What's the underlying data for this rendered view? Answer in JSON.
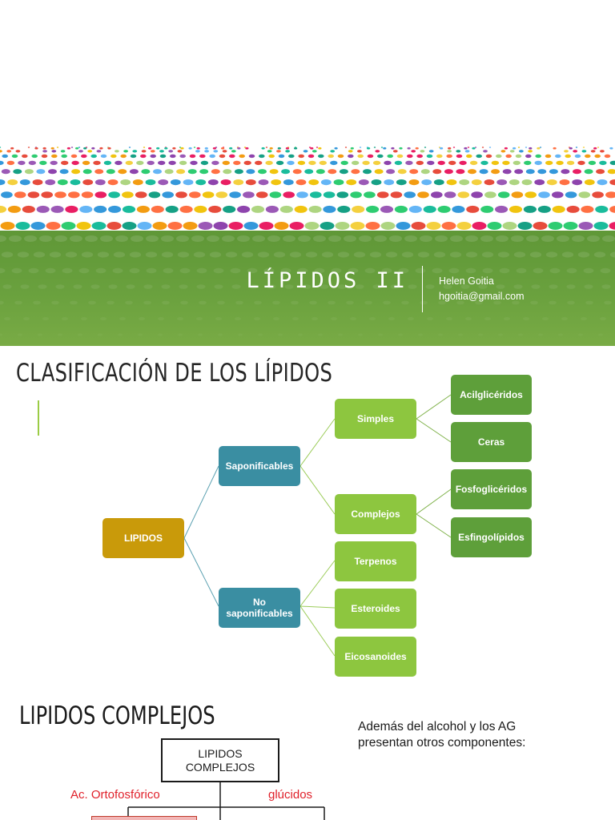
{
  "slide1": {
    "title": "LÍPIDOS II",
    "author_name": "Helen Goitia",
    "author_email": "hgoitia@gmail.com"
  },
  "slide2": {
    "title": "CLASIFICACIÓN DE LOS LÍPIDOS",
    "root": "LIPIDOS",
    "saponificables": "Saponificables",
    "no_saponificables": "No saponificables",
    "simples": "Simples",
    "complejos": "Complejos",
    "acilgliceridos": "Acilglicéridos",
    "ceras": "Ceras",
    "fosfogliceridos": "Fosfoglicéridos",
    "esfingolipidos": "Esfingolípidos",
    "terpenos": "Terpenos",
    "esteroides": "Esteroides",
    "eicosanoides": "Eicosanoides"
  },
  "slide3": {
    "title": "LIPIDOS COMPLEJOS",
    "note_line1": "Además del alcohol y los AG",
    "note_line2": "presentan otros componentes:",
    "box_line1": "LIPIDOS",
    "box_line2": "COMPLEJOS",
    "left_label": "Ac. Ortofosfórico",
    "right_label": "glúcidos"
  },
  "colors": {
    "green_band": "#6aa13e",
    "root_node": "#c99a0a",
    "blue_node": "#3a8ea2",
    "lime_node": "#8dc63f",
    "green_node": "#5e9f3a",
    "red_label": "#e0202a"
  }
}
